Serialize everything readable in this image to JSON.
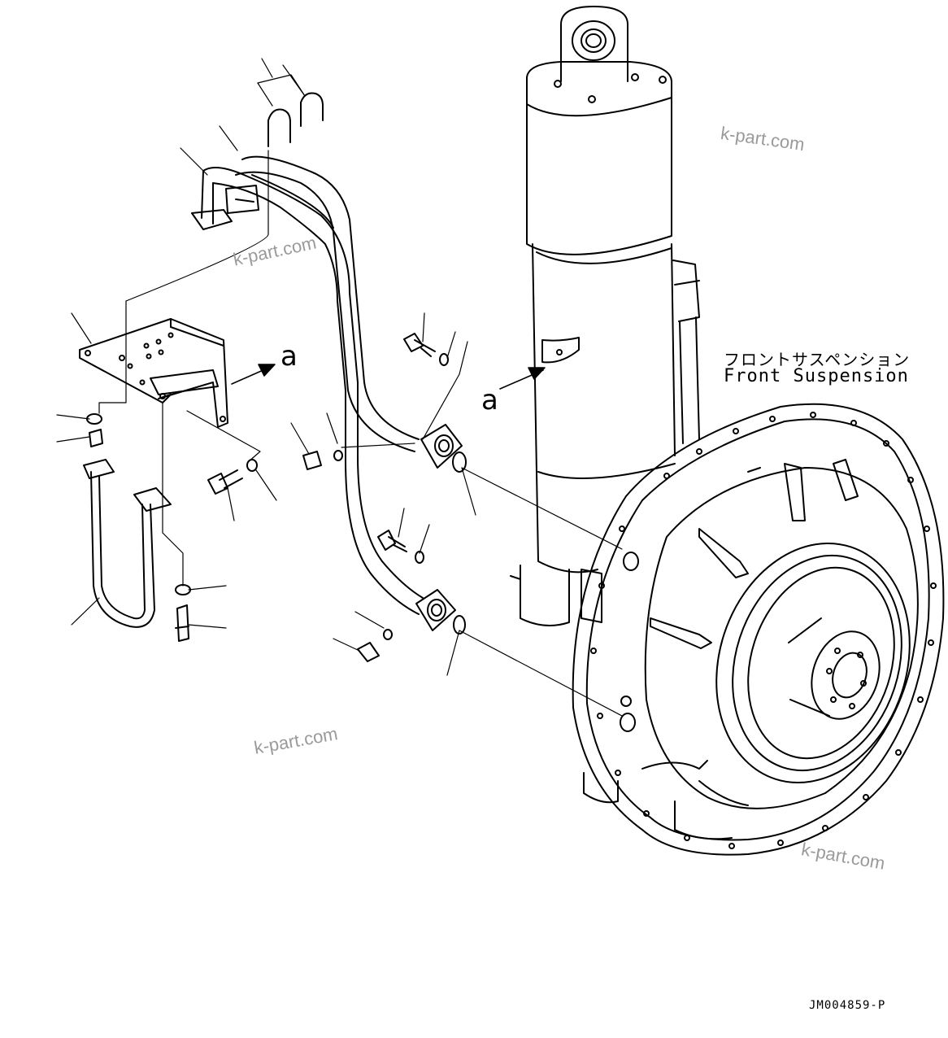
{
  "callout_letters": {
    "a_left": "a",
    "a_right": "a"
  },
  "suspension_label": {
    "jp": "フロントサスペンション",
    "en": "Front Suspension"
  },
  "watermarks": [
    "k-part.com",
    "k-part.com",
    "k-part.com",
    "k-part.com"
  ],
  "drawing_code": "JM004859-P"
}
